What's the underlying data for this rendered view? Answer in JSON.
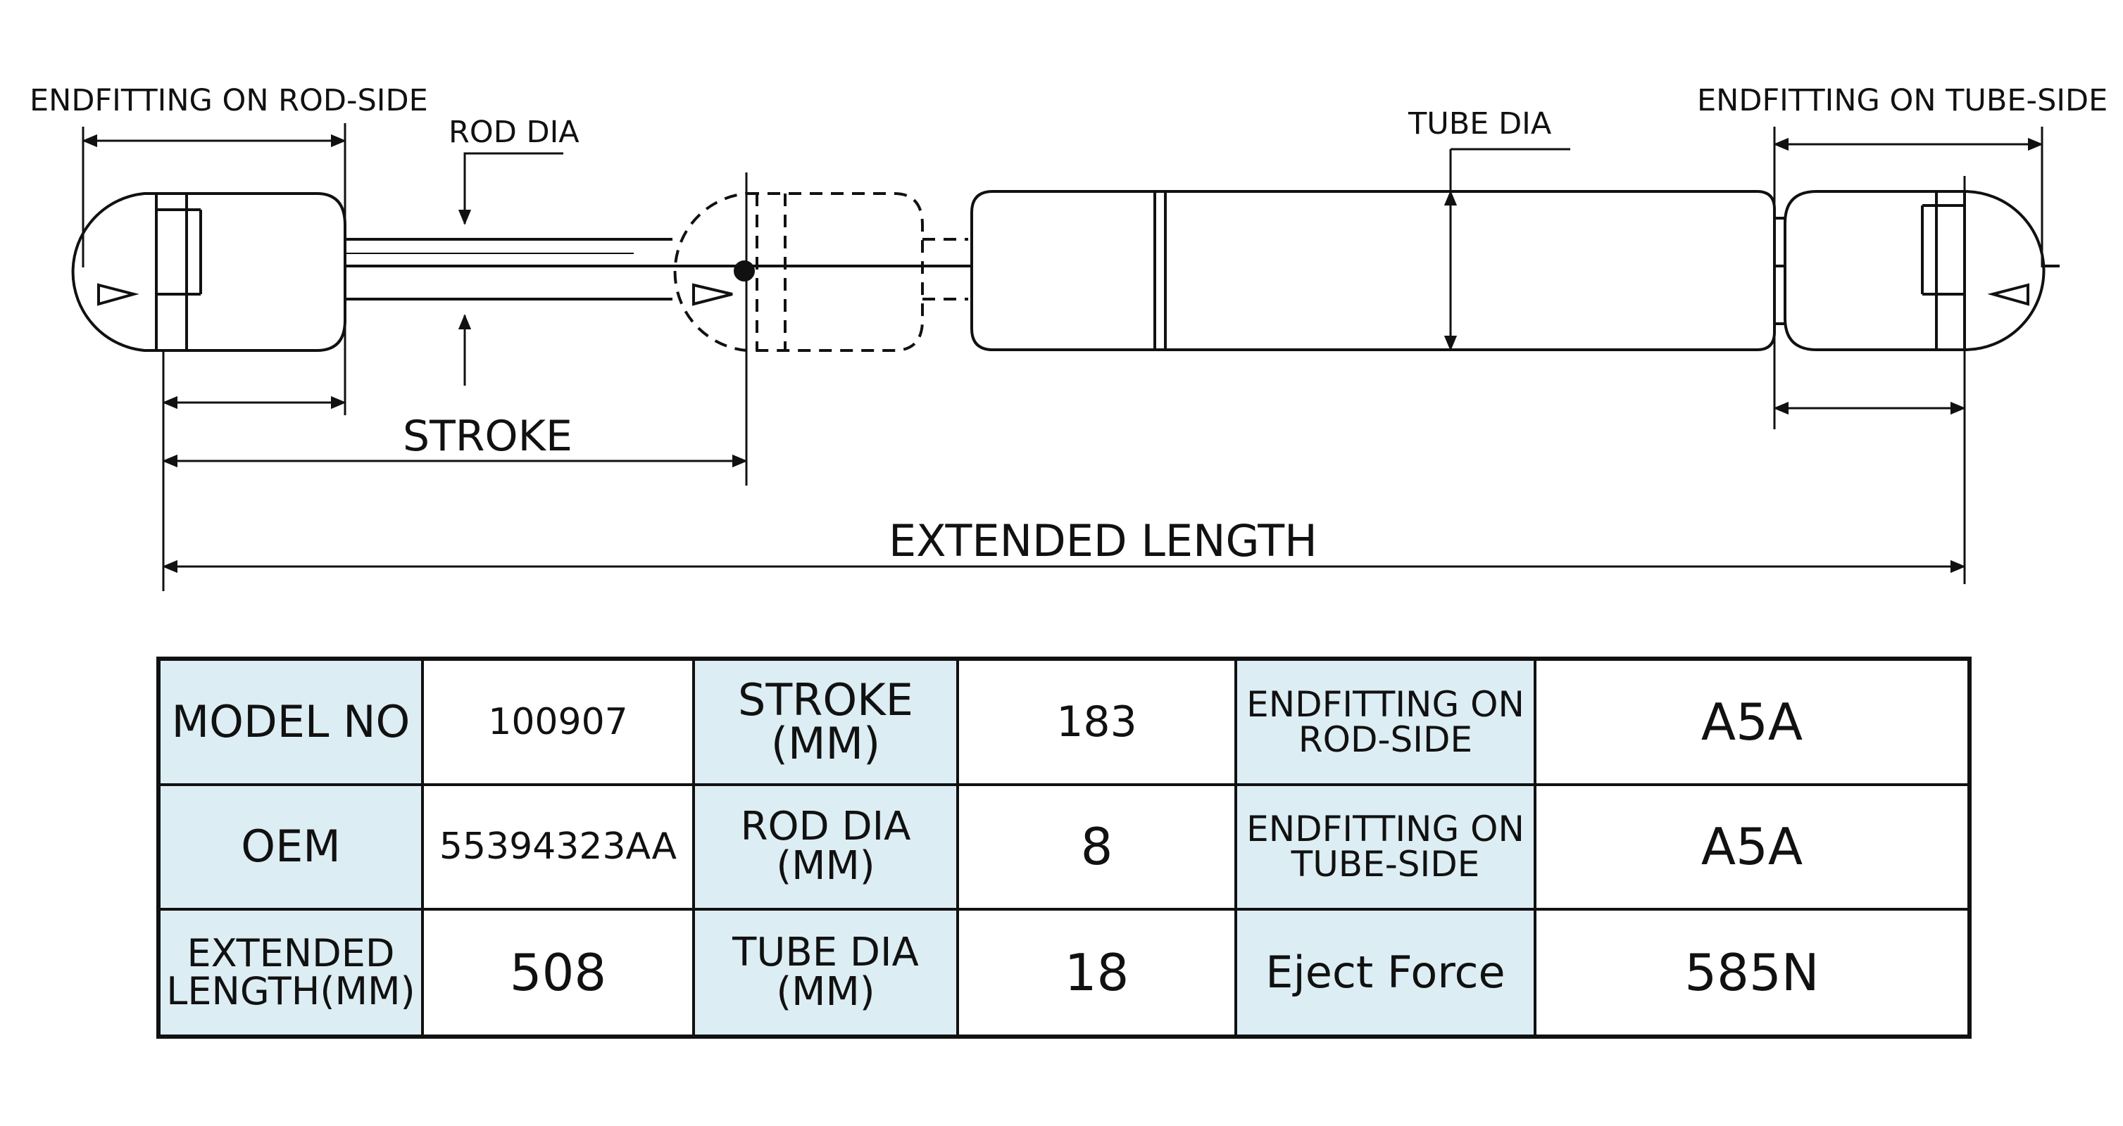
{
  "drawing": {
    "labels": {
      "endfitting_rod": "ENDFITTING ON ROD-SIDE",
      "rod_dia": "ROD DIA",
      "tube_dia": "TUBE DIA",
      "endfitting_tube": "ENDFITTING ON TUBE-SIDE",
      "stroke": "STROKE",
      "extended_length": "EXTENDED LENGTH"
    }
  },
  "spec_table": {
    "rows": [
      {
        "c1": "MODEL NO",
        "c2": "100907",
        "c3a": "STROKE",
        "c3b": "(MM)",
        "c4": "183",
        "c5a": "ENDFITTING ON",
        "c5b": "ROD-SIDE",
        "c6": "A5A"
      },
      {
        "c1": "OEM",
        "c2": "55394323AA",
        "c3a": "ROD DIA",
        "c3b": "(MM)",
        "c4": "8",
        "c5a": "ENDFITTING ON",
        "c5b": "TUBE-SIDE",
        "c6": "A5A"
      },
      {
        "c1a": "EXTENDED",
        "c1b": "LENGTH(MM)",
        "c2": "508",
        "c3a": "TUBE DIA",
        "c3b": "(MM)",
        "c4": "18",
        "c5": "Eject Force",
        "c6": "585N"
      }
    ]
  },
  "colors": {
    "header_fill": "#dcedf3",
    "line": "#111111"
  }
}
